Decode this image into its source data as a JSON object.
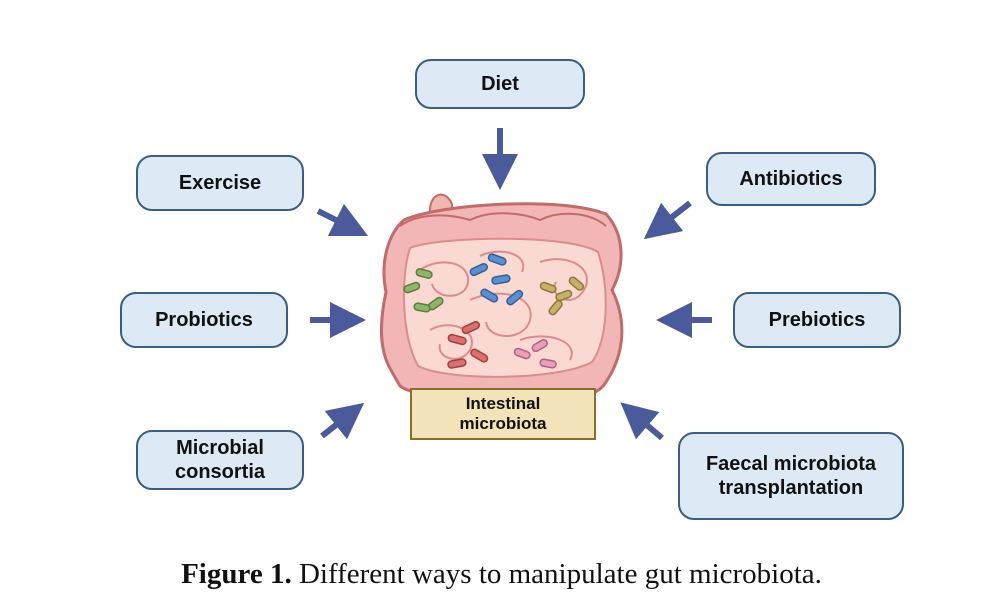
{
  "nodes": {
    "diet": "Diet",
    "exercise": "Exercise",
    "antibiotics": "Antibiotics",
    "probiotics": "Probiotics",
    "prebiotics": "Prebiotics",
    "microbial_consortia": "Microbial\nconsortia",
    "faecal_transplant": "Faecal microbiota\ntransplantation"
  },
  "center_label": "Intestinal\nmicrobiota",
  "caption": {
    "label": "Figure 1.",
    "text": " Different ways to manipulate gut microbiota."
  },
  "colors": {
    "box_fill": "#ddeaf6",
    "box_border": "#3b5d7e",
    "arrow": "#4a5a9a",
    "intestine": "#e8a0a0",
    "label_fill": "#f3e3b8"
  }
}
